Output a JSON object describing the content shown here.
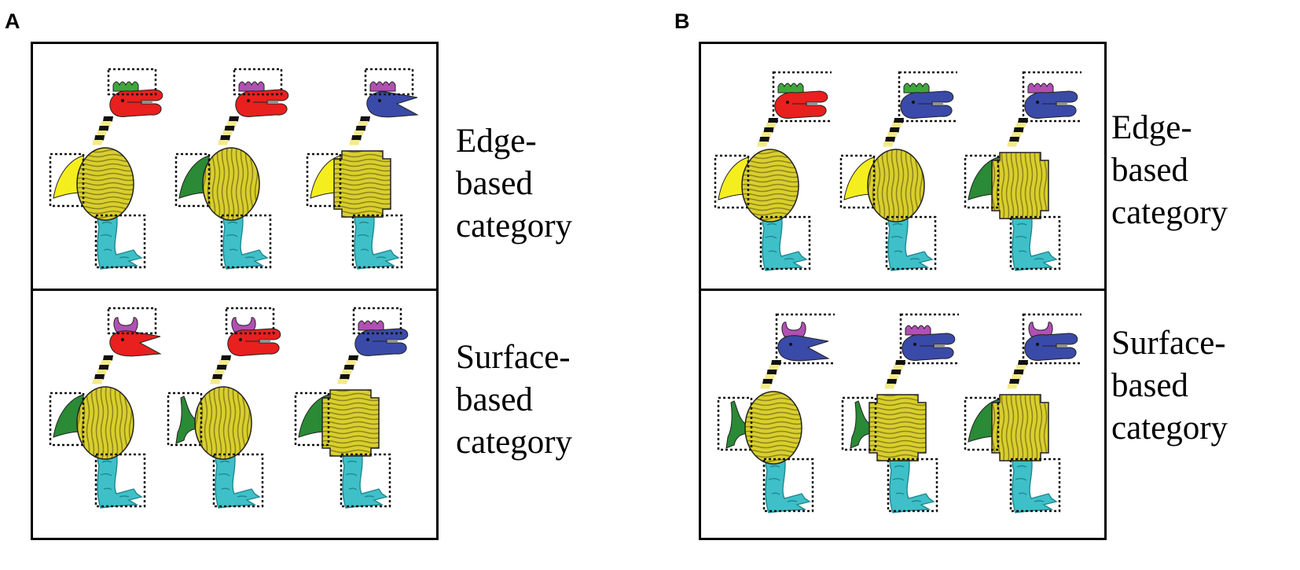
{
  "panels": [
    {
      "letter": "A",
      "rows": [
        {
          "label": [
            "Edge-",
            "based",
            "category"
          ],
          "creatures": [
            {
              "crest": "wavy",
              "crest_color": "#3fa63a",
              "head": "closed",
              "head_color": "#e8201e",
              "body": "oval",
              "stripes": "horizontal",
              "wing": "fan",
              "wing_color": "#f5ee1f",
              "boxes": [
                "crest",
                "wing",
                "leg"
              ]
            },
            {
              "crest": "wavy",
              "crest_color": "#b150b3",
              "head": "closed",
              "head_color": "#e8201e",
              "body": "oval",
              "stripes": "vertical",
              "wing": "fan",
              "wing_color": "#2a8a35",
              "boxes": [
                "crest",
                "wing",
                "leg"
              ]
            },
            {
              "crest": "wavy",
              "crest_color": "#b150b3",
              "head": "open",
              "head_color": "#3a4aa8",
              "body": "cross",
              "stripes": "horizontal",
              "wing": "fan",
              "wing_color": "#f5ee1f",
              "boxes": [
                "crest",
                "wing",
                "leg"
              ]
            }
          ]
        },
        {
          "label": [
            "Surface-",
            "based",
            "category"
          ],
          "creatures": [
            {
              "crest": "horns",
              "crest_color": "#b150b3",
              "head": "open",
              "head_color": "#e8201e",
              "body": "oval",
              "stripes": "vertical",
              "wing": "fan",
              "wing_color": "#2a8a35",
              "boxes": [
                "crest",
                "wing",
                "leg"
              ]
            },
            {
              "crest": "horns",
              "crest_color": "#b150b3",
              "head": "closed",
              "head_color": "#e8201e",
              "body": "oval",
              "stripes": "vertical",
              "wing": "tail",
              "wing_color": "#2a8a35",
              "boxes": [
                "crest",
                "wing",
                "leg"
              ]
            },
            {
              "crest": "wavy",
              "crest_color": "#b150b3",
              "head": "closed",
              "head_color": "#3a4aa8",
              "body": "cross",
              "stripes": "horizontal",
              "wing": "fan",
              "wing_color": "#2a8a35",
              "boxes": [
                "crest",
                "wing",
                "leg"
              ]
            }
          ]
        }
      ]
    },
    {
      "letter": "B",
      "rows": [
        {
          "label": [
            "Edge-",
            "based",
            "category"
          ],
          "creatures": [
            {
              "crest": "wavy",
              "crest_color": "#3fa63a",
              "head": "closed",
              "head_color": "#e8201e",
              "body": "oval",
              "stripes": "horizontal",
              "wing": "fan",
              "wing_color": "#f5ee1f",
              "boxes": [
                "head",
                "wing",
                "leg"
              ]
            },
            {
              "crest": "wavy",
              "crest_color": "#3fa63a",
              "head": "closed",
              "head_color": "#3a4aa8",
              "body": "oval",
              "stripes": "vertical",
              "wing": "fan",
              "wing_color": "#f5ee1f",
              "boxes": [
                "head",
                "wing",
                "leg"
              ]
            },
            {
              "crest": "wavy",
              "crest_color": "#b150b3",
              "head": "closed",
              "head_color": "#3a4aa8",
              "body": "cross",
              "stripes": "vertical",
              "wing": "fan",
              "wing_color": "#2a8a35",
              "boxes": [
                "head",
                "wing",
                "leg"
              ]
            }
          ]
        },
        {
          "label": [
            "Surface-",
            "based",
            "category"
          ],
          "creatures": [
            {
              "crest": "horns",
              "crest_color": "#b150b3",
              "head": "open",
              "head_color": "#3a4aa8",
              "body": "oval",
              "stripes": "horizontal",
              "wing": "tail",
              "wing_color": "#2a8a35",
              "boxes": [
                "head",
                "wing",
                "leg"
              ]
            },
            {
              "crest": "wavy",
              "crest_color": "#b150b3",
              "head": "closed",
              "head_color": "#3a4aa8",
              "body": "cross",
              "stripes": "horizontal",
              "wing": "tail",
              "wing_color": "#2a8a35",
              "boxes": [
                "head",
                "wing",
                "leg"
              ]
            },
            {
              "crest": "horns",
              "crest_color": "#b150b3",
              "head": "closed",
              "head_color": "#3a4aa8",
              "body": "cross",
              "stripes": "vertical",
              "wing": "fan",
              "wing_color": "#2a8a35",
              "boxes": [
                "head",
                "wing",
                "leg"
              ]
            }
          ]
        }
      ]
    }
  ],
  "colors": {
    "body": "#d9cf2e",
    "body_stripe": "#8f861a",
    "leg": "#3fc0c8",
    "leg_shade": "#1f8890",
    "neck_light": "#f4ea8a",
    "neck_dark": "#111111"
  }
}
